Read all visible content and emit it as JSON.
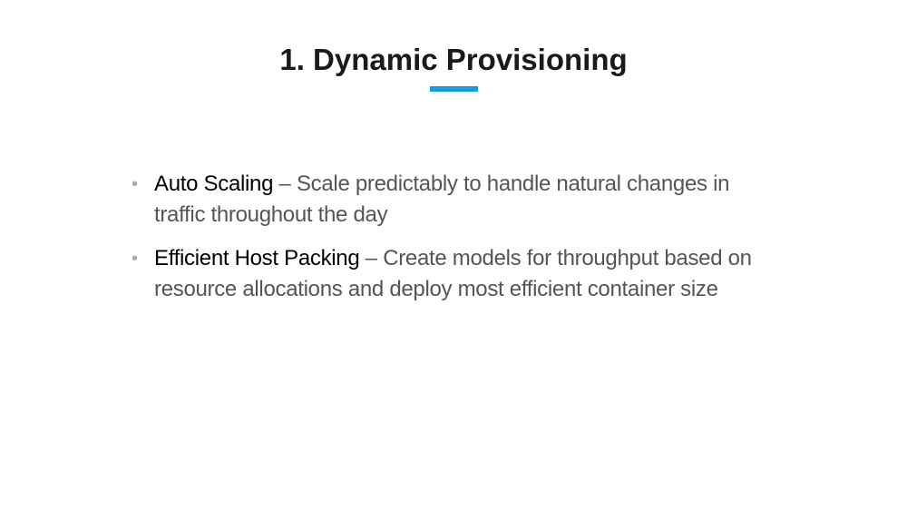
{
  "slide": {
    "title": "1. Dynamic Provisioning",
    "accent_color": "#1a9ad6",
    "bullets": [
      {
        "term": "Auto Scaling",
        "separator": " – ",
        "description": "Scale predictably to handle natural changes in traffic throughout the day"
      },
      {
        "term": "Efficient Host Packing",
        "separator": " – ",
        "description": "Create models for throughput based on resource allocations and deploy most efficient container size"
      }
    ],
    "bullet_glyph": "•"
  }
}
